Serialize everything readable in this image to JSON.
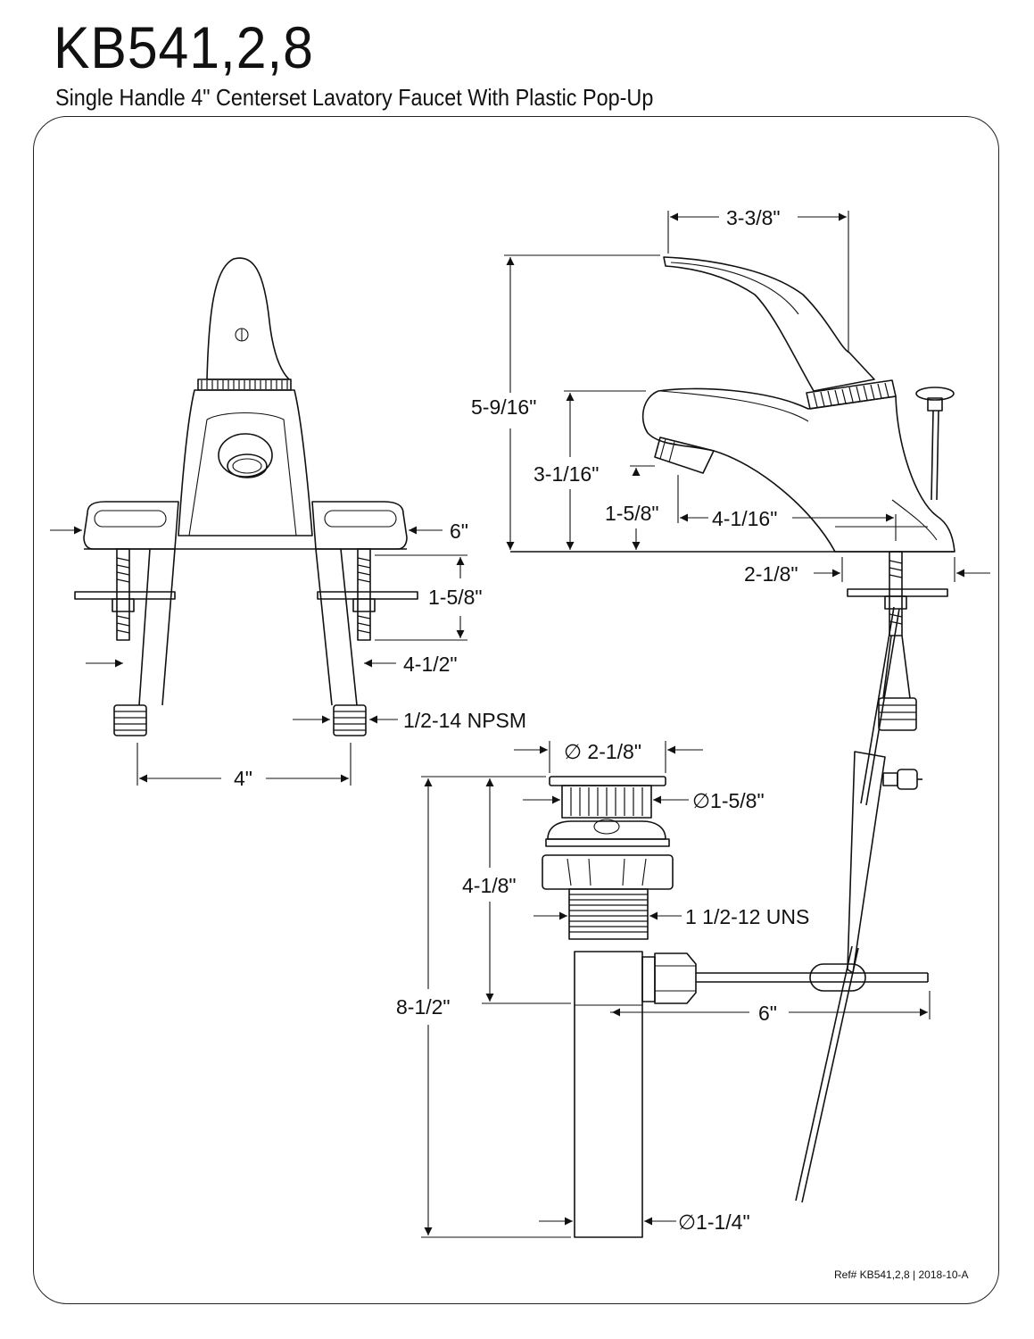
{
  "header": {
    "model": "KB541,2,8",
    "description": "Single Handle 4\" Centerset Lavatory Faucet With Plastic Pop-Up"
  },
  "front_view": {
    "dim_width_6": "6\"",
    "dim_shank_1_5_8": "1-5/8\"",
    "dim_4_1_2": "4-1/2\"",
    "dim_npsm": "1/2-14 NPSM",
    "dim_center_4": "4\""
  },
  "side_view": {
    "dim_3_3_8": "3-3/8\"",
    "dim_5_9_16": "5-9/16\"",
    "dim_3_1_16": "3-1/16\"",
    "dim_1_5_8": "1-5/8\"",
    "dim_4_1_16": "4-1/16\"",
    "dim_2_1_8": "2-1/8\""
  },
  "drain_view": {
    "dim_flange": "∅ 2-1/8\"",
    "dim_strainer": "∅1-5/8\"",
    "dim_4_1_8": "4-1/8\"",
    "dim_uns": "1 1/2-12 UNS",
    "dim_total": "8-1/2\"",
    "dim_rod": "6\"",
    "dim_tail": "∅1-1/4\""
  },
  "footer": {
    "ref": "Ref# KB541,2,8 | 2018-10-A"
  }
}
